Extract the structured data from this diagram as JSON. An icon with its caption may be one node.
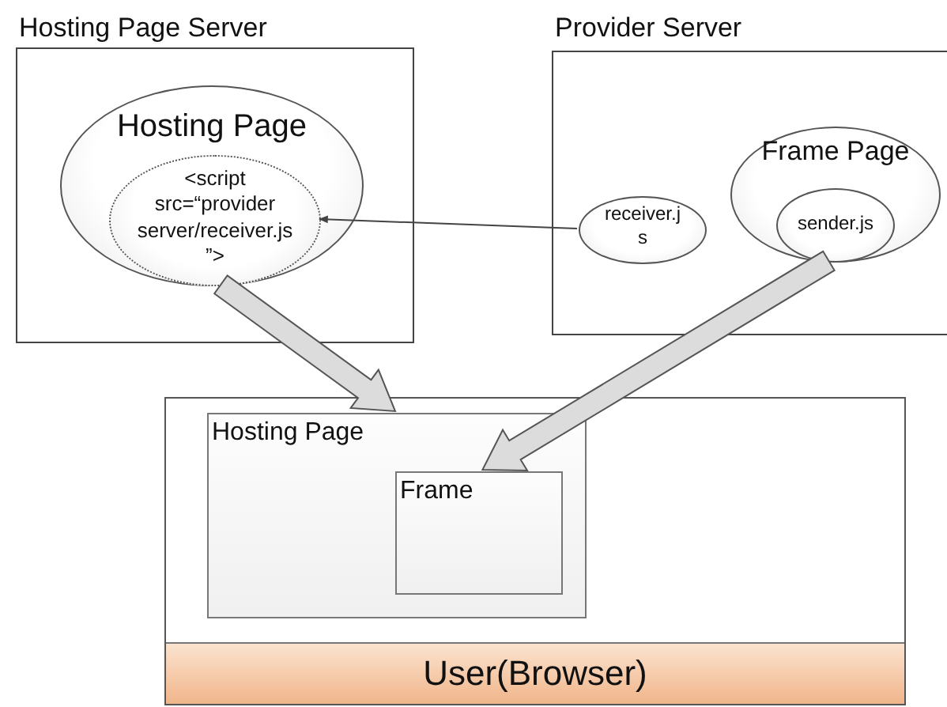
{
  "diagram": {
    "nodes": [
      {
        "text": [
          "Hosting Page Server"
        ]
      },
      {
        "text": [
          "Hosting Page"
        ],
        "in": 0
      },
      {
        "text": [
          "<script src=“provider server/receiver.js ”>"
        ],
        "in": 1
      },
      {
        "text": [
          "Provider Server"
        ]
      },
      {
        "text": [
          "receiver.js"
        ],
        "in": 3
      },
      {
        "text": [
          "Frame Page"
        ],
        "in": 3
      },
      {
        "text": [
          "sender.js"
        ],
        "in": 5
      },
      {
        "text": [
          "User(Browser)"
        ]
      },
      {
        "text": [
          "Hosting Page"
        ],
        "in": 7
      },
      {
        "text": [
          "Frame"
        ],
        "in": 8
      }
    ],
    "edges": [
      {
        "from": 4,
        "to": 2,
        "arrow": "to"
      },
      {
        "from": 2,
        "to": 8,
        "arrow": "to",
        "style": "thick"
      },
      {
        "from": 6,
        "to": 9,
        "arrow": "to",
        "style": "thick"
      }
    ]
  }
}
